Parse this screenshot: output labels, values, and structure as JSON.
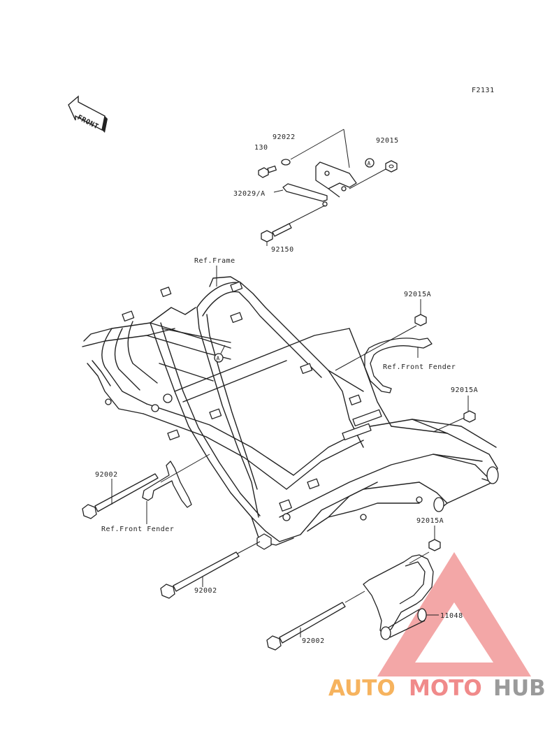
{
  "figure_code": "F2131",
  "front_arrow_label": "FRONT",
  "callout_letter": "A",
  "labels": {
    "p92022": "92022",
    "p130": "130",
    "p92015_top": "92015",
    "p32029": "32029/A",
    "p92150": "92150",
    "ref_frame": "Ref.Frame",
    "p92015A_1": "92015A",
    "ref_front_fender_right": "Ref.Front Fender",
    "p92015A_2": "92015A",
    "p92002_left": "92002",
    "ref_front_fender_left": "Ref.Front Fender",
    "p92015A_3": "92015A",
    "p92002_mid": "92002",
    "p11048": "11048",
    "p92002_bottom": "92002"
  },
  "watermark": {
    "auto": "AUTO",
    "moto": "MOTO",
    "hub": "HUB",
    "triangle_color": "#f08a8a"
  }
}
